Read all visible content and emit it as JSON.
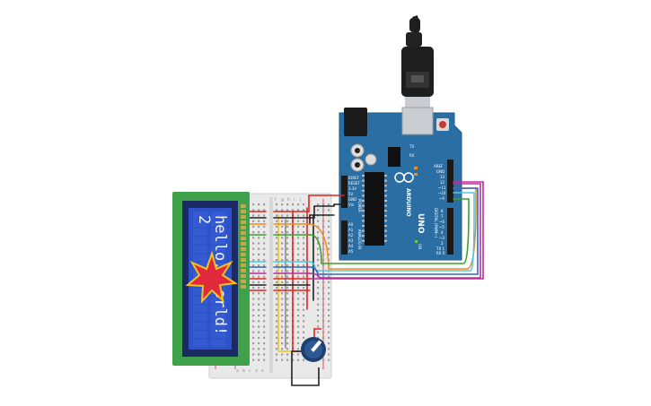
{
  "lcd": {
    "line1": "hello,",
    "line2": "2",
    "overlay_text": "orld!",
    "colors": {
      "pcb": "#3fa14a",
      "bezel": "#1b2a63",
      "screen": "#2e52c9",
      "text": "#eef2ff",
      "burst": "#e2283c",
      "burst_outline": "#f4c21a"
    }
  },
  "arduino": {
    "brand": "ARDUINO",
    "model": "UNO",
    "power_label": "POWER",
    "analog_label": "ANALOG IN",
    "digital_label": "DIGITAL (PWM~)",
    "tx_label": "TX",
    "rx_label": "RX",
    "on_label": "ON",
    "ioref_label": "IOREF",
    "reset_label": "RESET",
    "pin_3v3": "3.3V",
    "pin_5v": "5V",
    "pin_gnd": "GND",
    "pin_vin": "Vin",
    "aref_label": "AREF",
    "analog_pins": [
      "A0",
      "A1",
      "A2",
      "A3",
      "A4",
      "A5"
    ],
    "digital_pins": [
      "13",
      "12",
      "~11",
      "~10",
      "~9",
      "8",
      "7",
      "~6",
      "~5",
      "4",
      "~3",
      "2",
      "TX 1",
      "RX 0"
    ],
    "colors": {
      "board": "#2b6ea3",
      "header": "#1a1a1a",
      "usb": "#c9ccd0"
    }
  },
  "breadboard": {
    "column_letters": [
      "f",
      "g",
      "h",
      "i",
      "j"
    ],
    "bottom_letters": [
      "a",
      "b",
      "c",
      "d",
      "e"
    ]
  },
  "usb_cable": {
    "color": "#1e1e1e"
  },
  "potentiometer": {
    "color": "#1f3f6e"
  },
  "wire_colors": {
    "red": "#e0241f",
    "black": "#222222",
    "orange": "#f28c1b",
    "green": "#3aa12c",
    "blue": "#2f63c9",
    "cyan": "#4ec9e6",
    "magenta": "#c02a9e",
    "yellow": "#f2c418",
    "gray": "#8c8c8c"
  }
}
